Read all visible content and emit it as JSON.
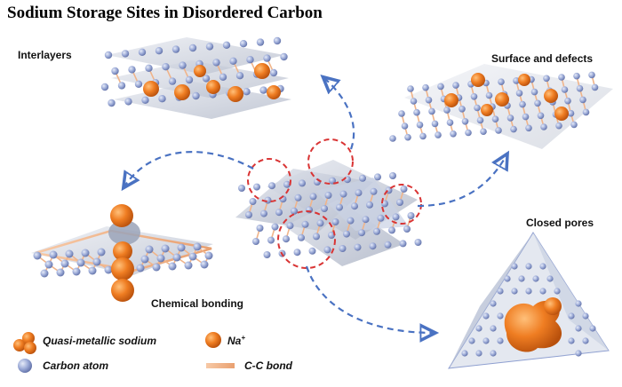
{
  "title": "Sodium Storage Sites in Disordered Carbon",
  "sites": {
    "interlayers": "Interlayers",
    "surface": "Surface and defects",
    "closed_pores": "Closed pores",
    "chemical_bonding": "Chemical bonding"
  },
  "legend": {
    "quasi_metallic": "Quasi-metallic sodium",
    "na_ion": "Na",
    "na_ion_charge": "+",
    "carbon_atom": "Carbon atom",
    "cc_bond": "C-C bond"
  },
  "colors": {
    "sodium": "#e8721e",
    "carbon": "#8e9fd0",
    "bond": "#f0b48a",
    "arrow": "#4a72c2",
    "highlight": "#d93434"
  }
}
